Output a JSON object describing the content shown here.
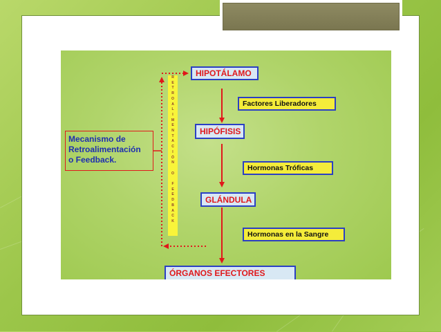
{
  "diagram": {
    "top_node": "HIPOTÁLAMO",
    "signal_1": "Factores Liberadores",
    "node_2": "HIPÓFISIS",
    "signal_2": "Hormonas Tróficas",
    "node_3": "GLÁNDULA",
    "signal_3": "Hormonas en la Sangre",
    "bottom_node": "ÓRGANOS EFECTORES",
    "feedback_label_lines": [
      "Mecanismo de",
      "Retroalimentación",
      "o Feedback."
    ],
    "vertical_letters": [
      "R",
      "E",
      "T",
      "R",
      "O",
      "A",
      "L",
      "I",
      "M",
      "E",
      "N",
      "T",
      "A",
      "C",
      "I",
      "Ó",
      "N",
      " ",
      "O",
      " ",
      "F",
      "E",
      "E",
      "D",
      "B",
      "A",
      "C",
      "K"
    ]
  },
  "colors": {
    "node_text": "#e0181b",
    "node_fill": "#d8e8f4",
    "signal_fill": "#f4ec3a",
    "box_border": "#2a3fc4",
    "arrow": "#e0181b",
    "feedback_text": "#1e2fb0"
  }
}
